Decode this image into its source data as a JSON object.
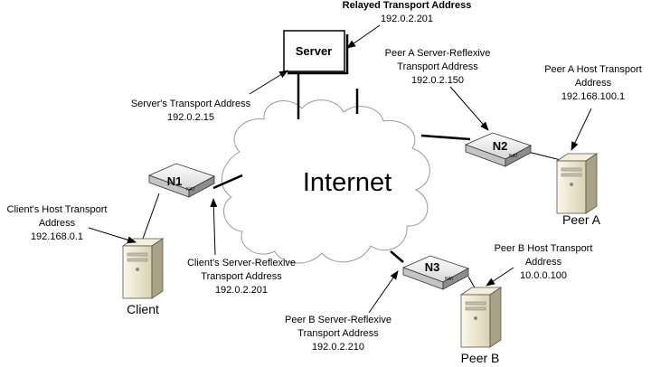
{
  "cloud": {
    "label": "Internet"
  },
  "server": {
    "name": "Server",
    "relayed_title": "Relayed Transport Address",
    "relayed_ip": "192.0.2.201",
    "addr_title": "Server's Transport Address",
    "addr_ip": "192.0.2.15"
  },
  "nat1": {
    "name": "N1",
    "tag": "NAT"
  },
  "nat2": {
    "name": "N2",
    "tag": "NAT"
  },
  "nat3": {
    "name": "N3",
    "tag": "NAT"
  },
  "client": {
    "name": "Client",
    "host_line1": "Client's Host Transport",
    "host_line2": "Address",
    "host_ip": "192.168.0.1",
    "srflx_line1": "Client's Server-Reflexive",
    "srflx_line2": "Transport Address",
    "srflx_ip": "192.0.2.201"
  },
  "peer_a": {
    "name": "Peer A",
    "srflx_line1": "Peer A Server-Reflexive",
    "srflx_line2": "Transport Address",
    "srflx_ip": "192.0.2.150",
    "host_line1": "Peer A Host Transport",
    "host_line2": "Address",
    "host_ip": "192.168.100.1"
  },
  "peer_b": {
    "name": "Peer B",
    "host_line1": "Peer B Host Transport",
    "host_line2": "Address",
    "host_ip": "10.0.0.100",
    "srflx_line1": "Peer B Server-Reflexive",
    "srflx_line2": "Transport Address",
    "srflx_ip": "192.0.2.210"
  },
  "colors": {
    "line": "#000000",
    "cloud_fill": "#ffffff",
    "cloud_stroke": "#9a9a9a",
    "device_top": "#f0f0f0",
    "device_front": "#c8c8c8",
    "device_side": "#8c8c8c",
    "tower_front": "#e8e2c8",
    "tower_side": "#b4ad90"
  }
}
